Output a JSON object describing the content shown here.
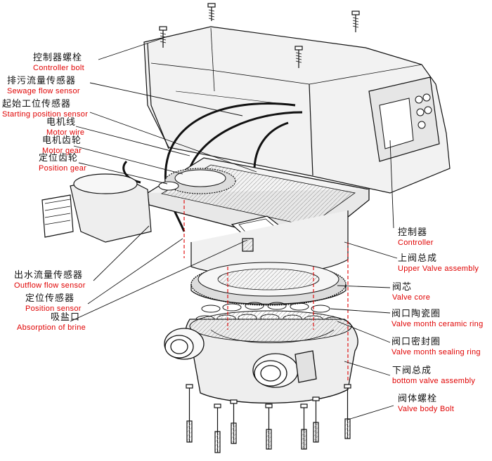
{
  "labels": {
    "controller_bolt": {
      "zh": "控制器螺栓",
      "en": "Controller  bolt"
    },
    "sewage_sensor": {
      "zh": "排污流量传感器",
      "en": "Sewage  flow  sensor"
    },
    "start_sensor": {
      "zh": "起始工位传感器",
      "en": "Starting  position  sensor"
    },
    "motor_wire": {
      "zh": "电机线",
      "en": "Motor  wire"
    },
    "motor_gear": {
      "zh": "电机齿轮",
      "en": "Motor  gear"
    },
    "position_gear": {
      "zh": "定位齿轮",
      "en": "Position  gear"
    },
    "outflow_sensor": {
      "zh": "出水流量传感器",
      "en": "Outflow  flow  sensor"
    },
    "position_sensor": {
      "zh": "定位传感器",
      "en": "Position  sensor"
    },
    "brine": {
      "zh": "吸盐口",
      "en": "Absorption  of  brine"
    },
    "controller": {
      "zh": "控制器",
      "en": "Controller"
    },
    "upper_valve": {
      "zh": "上阀总成",
      "en": "Upper  Valve  assembly"
    },
    "valve_core": {
      "zh": "阀芯",
      "en": "Valve  core"
    },
    "ceramic_ring": {
      "zh": "阀口陶瓷圈",
      "en": "Valve  month  ceramic  ring"
    },
    "sealing_ring": {
      "zh": "阀口密封圈",
      "en": "Valve  month  sealing  ring"
    },
    "bottom_valve": {
      "zh": "下阀总成",
      "en": "bottom  valve  assembly"
    },
    "body_bolt": {
      "zh": "阀体螺栓",
      "en": "Valve  body  Bolt"
    }
  },
  "colors": {
    "line": "#111111",
    "label_en": "#e00000",
    "dash": "#e00000"
  }
}
